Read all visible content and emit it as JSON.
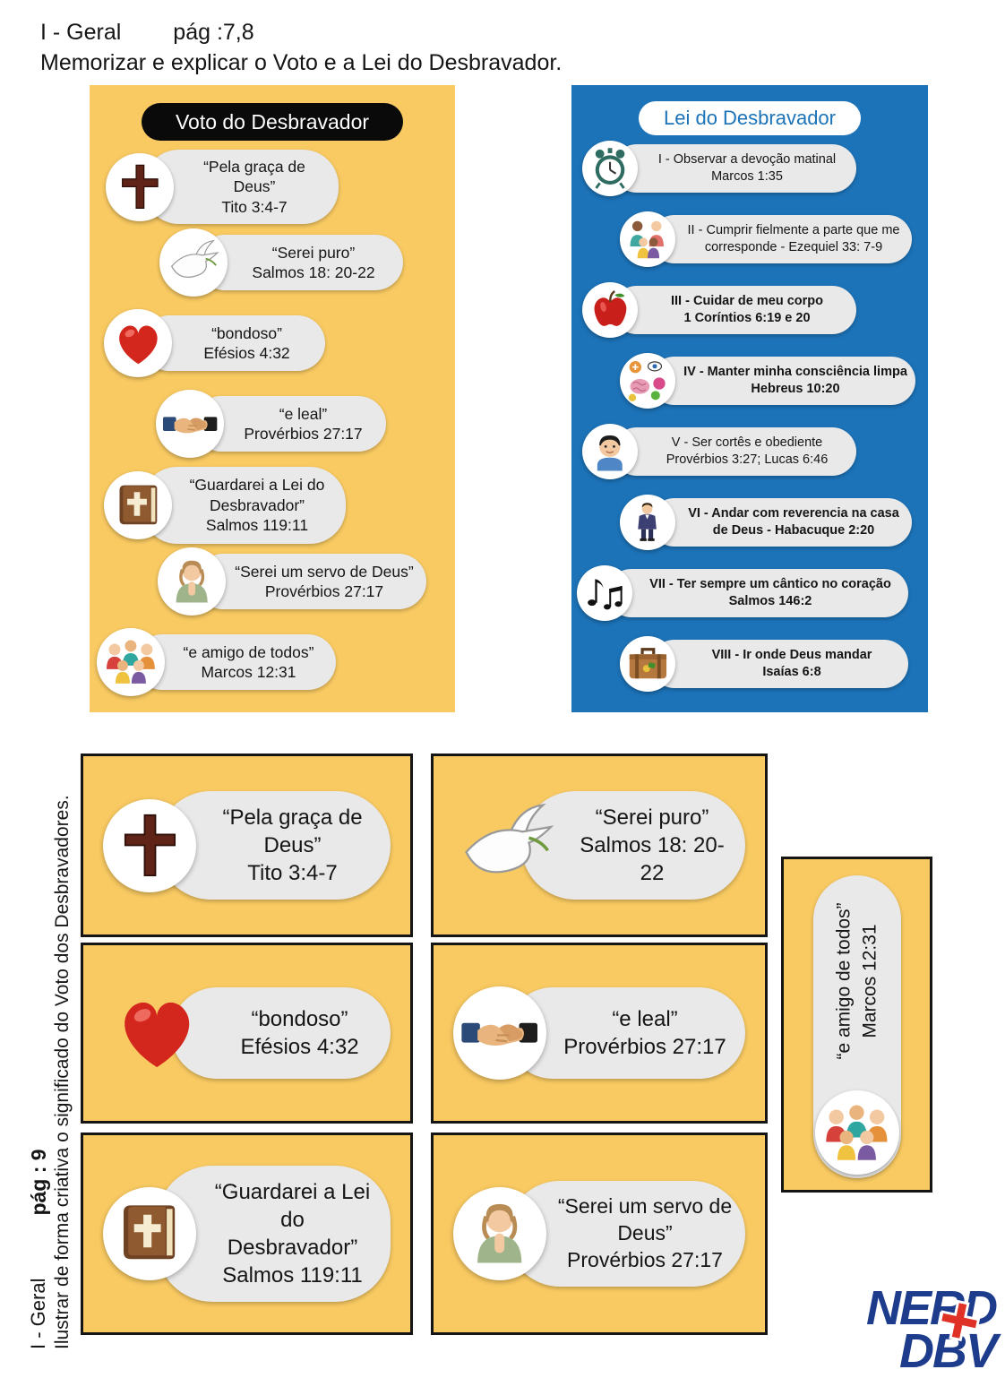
{
  "header": {
    "section": "I - Geral",
    "page": "pág :7,8",
    "subtitle": "Memorizar e explicar o Voto e a Lei do Desbravador."
  },
  "voto": {
    "title": "Voto do Desbravador",
    "items": [
      {
        "icon": "cross-icon",
        "lines": [
          "“Pela graça de Deus”",
          "Tito 3:4-7"
        ]
      },
      {
        "icon": "dove-icon",
        "lines": [
          "“Serei puro”",
          "Salmos 18: 20-22"
        ]
      },
      {
        "icon": "heart-icon",
        "lines": [
          "“bondoso”",
          "Efésios 4:32"
        ]
      },
      {
        "icon": "handshake-icon",
        "lines": [
          "“e leal”",
          "Provérbios 27:17"
        ]
      },
      {
        "icon": "bible-icon",
        "lines": [
          "“Guardarei a Lei do",
          "Desbravador”",
          "Salmos 119:11"
        ]
      },
      {
        "icon": "praying-icon",
        "lines": [
          "“Serei um servo de Deus”",
          "Provérbios 27:17"
        ]
      },
      {
        "icon": "family-icon",
        "lines": [
          "“e amigo de todos”",
          "Marcos 12:31"
        ]
      }
    ]
  },
  "lei": {
    "title": "Lei do Desbravador",
    "items": [
      {
        "icon": "alarm-clock-icon",
        "bold": false,
        "lines": [
          "I - Observar a devoção matinal",
          "Marcos 1:35"
        ]
      },
      {
        "icon": "family-icon",
        "bold": false,
        "lines": [
          "II - Cumprir fielmente a parte que me",
          "corresponde - Ezequiel 33: 7-9"
        ]
      },
      {
        "icon": "apple-icon",
        "bold": true,
        "lines": [
          "III - Cuidar de meu corpo",
          "1 Coríntios 6:19 e 20"
        ]
      },
      {
        "icon": "mind-icon",
        "bold": true,
        "lines": [
          "IV - Manter minha consciência limpa",
          "Hebreus 10:20"
        ]
      },
      {
        "icon": "boy-icon",
        "bold": false,
        "lines": [
          "V - Ser cortês e obediente",
          "Provérbios 3:27; Lucas 6:46"
        ]
      },
      {
        "icon": "man-suit-icon",
        "bold": true,
        "lines": [
          "VI - Andar com reverencia na casa",
          "de Deus - Habacuque 2:20"
        ]
      },
      {
        "icon": "music-notes-icon",
        "bold": true,
        "lines": [
          "VII - Ter sempre um cântico no coração",
          "Salmos 146:2"
        ]
      },
      {
        "icon": "suitcase-icon",
        "bold": true,
        "lines": [
          "VIII - Ir onde Deus mandar",
          "Isaías 6:8"
        ]
      }
    ]
  },
  "sidebar": {
    "section": "I - Geral",
    "page": "pág : 9",
    "description": "Ilustrar de forma criativa o significado do Voto dos Desbravadores."
  },
  "cards": [
    {
      "icon": "cross-icon",
      "lines": [
        "“Pela graça de Deus”",
        "Tito 3:4-7"
      ]
    },
    {
      "icon": "dove-icon",
      "lines": [
        "“Serei puro”",
        "Salmos 18: 20-22"
      ]
    },
    {
      "icon": "heart-icon",
      "lines": [
        "“bondoso”",
        "Efésios 4:32"
      ]
    },
    {
      "icon": "handshake-icon",
      "lines": [
        "“e leal”",
        "Provérbios 27:17"
      ]
    },
    {
      "icon": "bible-icon",
      "lines": [
        "“Guardarei a Lei do",
        "Desbravador”",
        "Salmos 119:11"
      ]
    },
    {
      "icon": "praying-icon",
      "lines": [
        "“Serei um servo de Deus”",
        "Provérbios 27:17"
      ]
    }
  ],
  "vertical_card": {
    "icon": "friends-icon",
    "lines": [
      "“e amigo de todos”",
      "Marcos 12:31"
    ]
  },
  "logo": {
    "top": "NERD",
    "bottom": "DBV"
  },
  "colors": {
    "voto_bg": "#F9CA62",
    "lei_bg": "#1C73B8",
    "pill_bg": "#E9E9E9",
    "voto_title_bg": "#0A0A0A",
    "lei_title_color": "#1C73B8",
    "logo_blue": "#1E3C8C",
    "logo_red": "#E03127"
  }
}
